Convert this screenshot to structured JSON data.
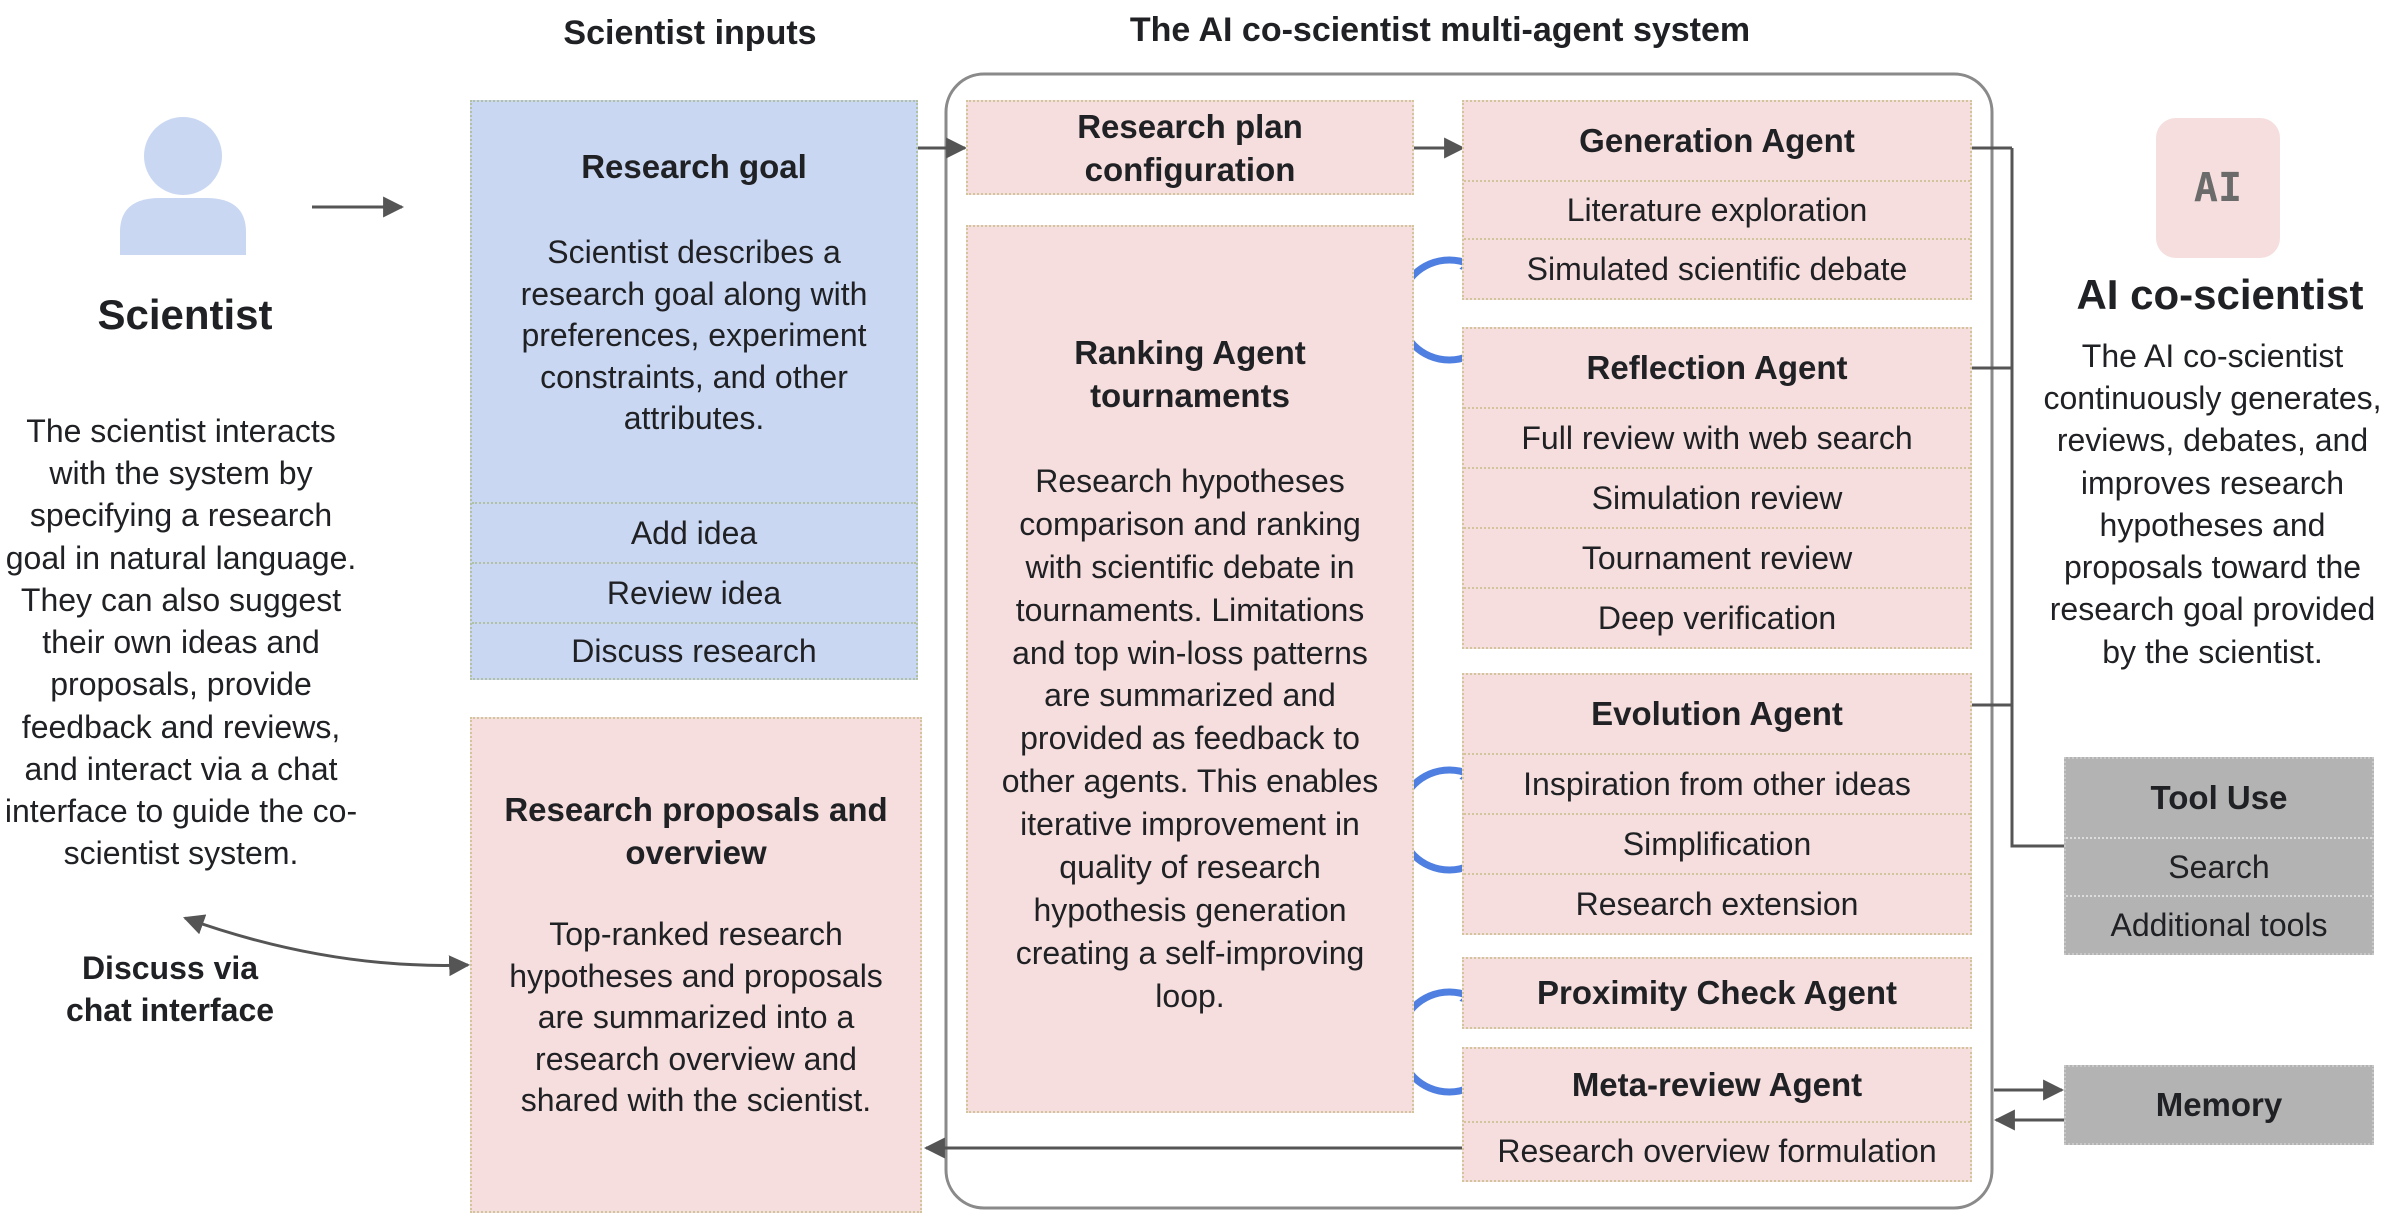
{
  "headers": {
    "inputs": "Scientist inputs",
    "system": "The AI co-scientist multi-agent system"
  },
  "scientist": {
    "title": "Scientist",
    "description": "The scientist interacts with the system by specifying a research goal in natural language. They can also suggest their own ideas and proposals, provide feedback and reviews, and interact via a chat interface to guide the co-scientist system.",
    "chat_label": "Discuss via chat interface"
  },
  "research_goal": {
    "title": "Research goal",
    "description": "Scientist describes a research goal along with preferences, experiment constraints, and other attributes.",
    "items": [
      "Add idea",
      "Review idea",
      "Discuss research"
    ]
  },
  "proposals": {
    "title": "Research proposals and overview",
    "description": "Top-ranked research hypotheses and proposals are summarized into a research overview and shared with the scientist."
  },
  "plan": {
    "title": "Research plan configuration"
  },
  "ranking": {
    "title": "Ranking Agent tournaments",
    "description": "Research hypotheses comparison and ranking with scientific debate in tournaments. Limitations and top win-loss patterns are summarized and provided as feedback to other agents. This enables iterative improvement in quality of research hypothesis generation creating a self-improving  loop."
  },
  "agents": {
    "generation": {
      "title": "Generation Agent",
      "items": [
        "Literature exploration",
        "Simulated scientific debate"
      ]
    },
    "reflection": {
      "title": "Reflection Agent",
      "items": [
        "Full review with web search",
        "Simulation review",
        "Tournament review",
        "Deep verification"
      ]
    },
    "evolution": {
      "title": "Evolution Agent",
      "items": [
        "Inspiration from other ideas",
        "Simplification",
        "Research extension"
      ]
    },
    "proximity": {
      "title": "Proximity Check Agent"
    },
    "meta": {
      "title": "Meta-review Agent",
      "items": [
        "Research overview formulation"
      ]
    }
  },
  "ai": {
    "logo": "AI",
    "title": "AI co-scientist",
    "description": "The AI co-scientist continuously generates, reviews, debates, and improves research hypotheses and proposals toward the research goal provided by the scientist."
  },
  "tools": {
    "title": "Tool Use",
    "items": [
      "Search",
      "Additional tools"
    ]
  },
  "memory": {
    "title": "Memory"
  },
  "icons": {
    "person": "person-icon",
    "loop": "refresh-loop-icon",
    "arrow": "arrow-icon"
  },
  "colors": {
    "blue_fill": "#c9d7f2",
    "pink_fill": "#f5dedd",
    "gray_fill": "#b3b3b3",
    "loop_blue": "#4f7fe0",
    "person_blue": "#c9d7f2",
    "text": "#202124"
  }
}
